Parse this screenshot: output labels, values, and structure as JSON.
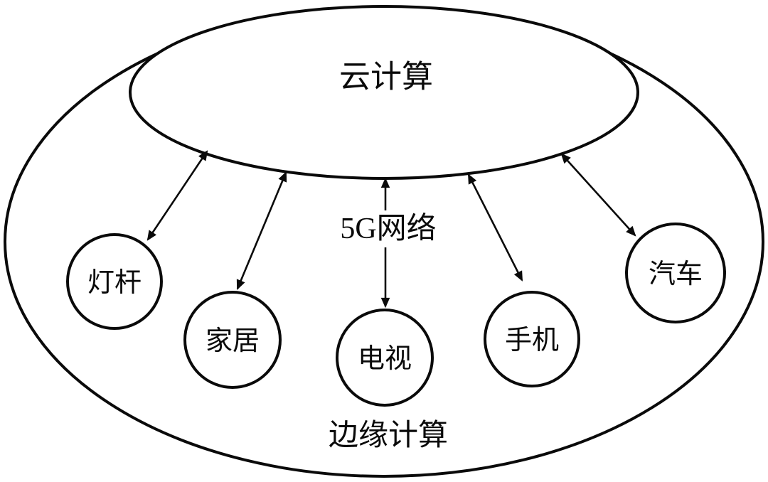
{
  "diagram": {
    "cloud_label": "云计算",
    "network_label": "5G网络",
    "edge_label": "边缘计算",
    "nodes": [
      {
        "id": "lamp-post",
        "label": "灯杆"
      },
      {
        "id": "home",
        "label": "家居"
      },
      {
        "id": "tv",
        "label": "电视"
      },
      {
        "id": "phone",
        "label": "手机"
      },
      {
        "id": "car",
        "label": "汽车"
      }
    ],
    "colors": {
      "line": "#0a0a0a",
      "background": "#ffffff"
    }
  }
}
